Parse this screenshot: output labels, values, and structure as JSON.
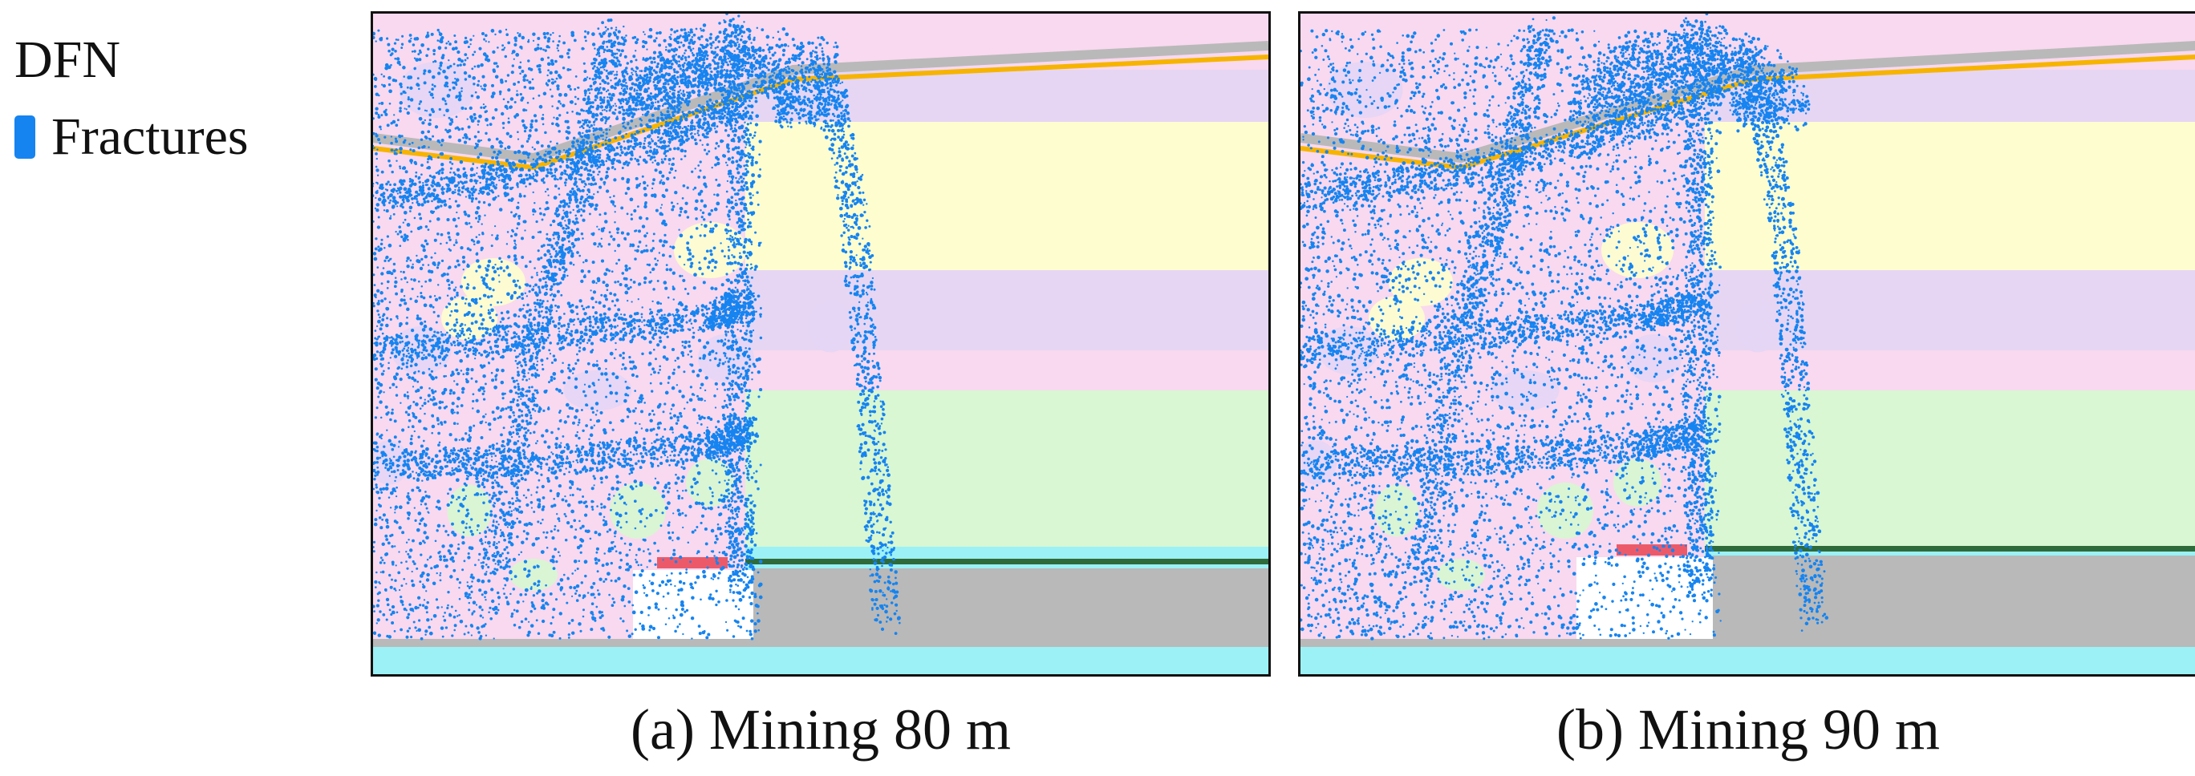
{
  "legend": {
    "title": "DFN",
    "items": [
      {
        "label": "Fractures",
        "color": "#1684f0"
      }
    ]
  },
  "panels": [
    {
      "id": "a",
      "caption": "(a) Mining 80 m"
    },
    {
      "id": "b",
      "caption": "(b) Mining 90 m"
    }
  ],
  "colors": {
    "fracture": "#1684f0",
    "strata_pink": "#f9d9ef",
    "strata_lavender": "#e6d6f4",
    "strata_yellow": "#fdfdd0",
    "strata_green": "#d8f7d2",
    "floor_cyan": "#9bf1f5",
    "gob_gray": "#b9b9b9",
    "coal_seam_dark": "#2f6b3a",
    "key_layer_orange": "#f6b400",
    "support_red": "#ec5a6a"
  }
}
